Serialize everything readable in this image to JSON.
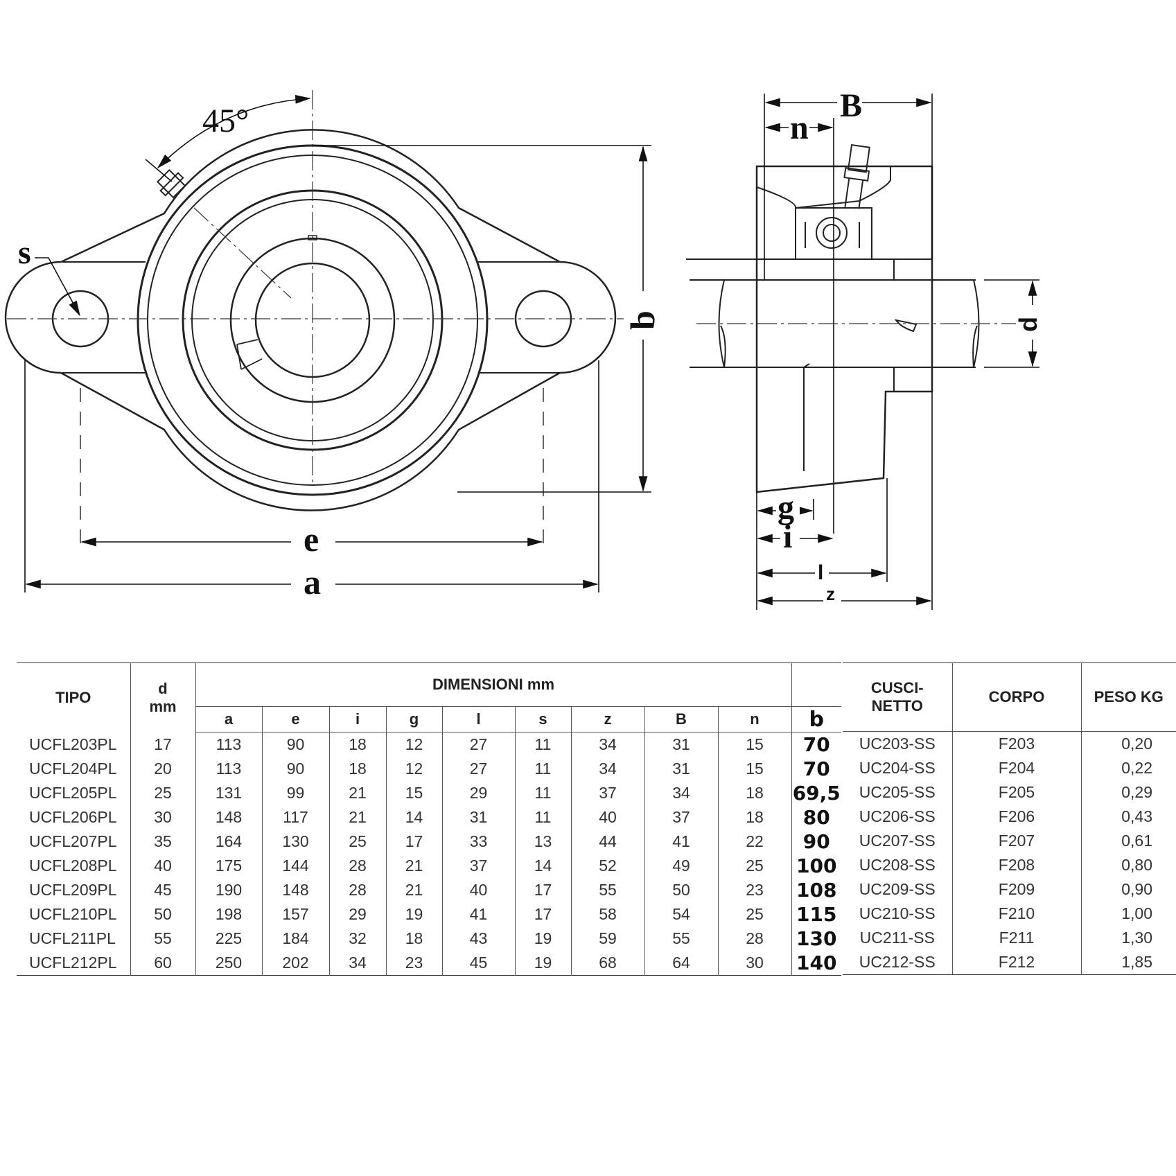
{
  "drawing": {
    "front_labels": {
      "angle": "45°",
      "s": "s",
      "b": "b",
      "e": "e",
      "a": "a"
    },
    "side_labels": {
      "B": "B",
      "n": "n",
      "d": "d",
      "g": "g",
      "i": "i",
      "l": "l",
      "z": "z"
    }
  },
  "dimensions_table": {
    "headers": {
      "tipo": "TIPO",
      "d_line1": "d",
      "d_line2": "mm",
      "group": "DIMENSIONI mm",
      "cols": [
        "a",
        "e",
        "i",
        "g",
        "l",
        "s",
        "z",
        "B",
        "n"
      ],
      "b": "b"
    },
    "rows": [
      {
        "tipo": "UCFL203PL",
        "d": "17",
        "a": "113",
        "e": "90",
        "i": "18",
        "g": "12",
        "l": "27",
        "s": "11",
        "z": "34",
        "B": "31",
        "n": "15",
        "b": "70"
      },
      {
        "tipo": "UCFL204PL",
        "d": "20",
        "a": "113",
        "e": "90",
        "i": "18",
        "g": "12",
        "l": "27",
        "s": "11",
        "z": "34",
        "B": "31",
        "n": "15",
        "b": "70"
      },
      {
        "tipo": "UCFL205PL",
        "d": "25",
        "a": "131",
        "e": "99",
        "i": "21",
        "g": "15",
        "l": "29",
        "s": "11",
        "z": "37",
        "B": "34",
        "n": "18",
        "b": "69,5"
      },
      {
        "tipo": "UCFL206PL",
        "d": "30",
        "a": "148",
        "e": "117",
        "i": "21",
        "g": "14",
        "l": "31",
        "s": "11",
        "z": "40",
        "B": "37",
        "n": "18",
        "b": "80"
      },
      {
        "tipo": "UCFL207PL",
        "d": "35",
        "a": "164",
        "e": "130",
        "i": "25",
        "g": "17",
        "l": "33",
        "s": "13",
        "z": "44",
        "B": "41",
        "n": "22",
        "b": "90"
      },
      {
        "tipo": "UCFL208PL",
        "d": "40",
        "a": "175",
        "e": "144",
        "i": "28",
        "g": "21",
        "l": "37",
        "s": "14",
        "z": "52",
        "B": "49",
        "n": "25",
        "b": "100"
      },
      {
        "tipo": "UCFL209PL",
        "d": "45",
        "a": "190",
        "e": "148",
        "i": "28",
        "g": "21",
        "l": "40",
        "s": "17",
        "z": "55",
        "B": "50",
        "n": "23",
        "b": "108"
      },
      {
        "tipo": "UCFL210PL",
        "d": "50",
        "a": "198",
        "e": "157",
        "i": "29",
        "g": "19",
        "l": "41",
        "s": "17",
        "z": "58",
        "B": "54",
        "n": "25",
        "b": "115"
      },
      {
        "tipo": "UCFL211PL",
        "d": "55",
        "a": "225",
        "e": "184",
        "i": "32",
        "g": "18",
        "l": "43",
        "s": "19",
        "z": "59",
        "B": "55",
        "n": "28",
        "b": "130"
      },
      {
        "tipo": "UCFL212PL",
        "d": "60",
        "a": "250",
        "e": "202",
        "i": "34",
        "g": "23",
        "l": "45",
        "s": "19",
        "z": "68",
        "B": "64",
        "n": "30",
        "b": "140"
      }
    ]
  },
  "parts_table": {
    "headers": {
      "cuscinetto_line1": "CUSCI-",
      "cuscinetto_line2": "NETTO",
      "corpo": "CORPO",
      "peso": "PESO KG"
    },
    "rows": [
      {
        "cuscinetto": "UC203-SS",
        "corpo": "F203",
        "peso": "0,20"
      },
      {
        "cuscinetto": "UC204-SS",
        "corpo": "F204",
        "peso": "0,22"
      },
      {
        "cuscinetto": "UC205-SS",
        "corpo": "F205",
        "peso": "0,29"
      },
      {
        "cuscinetto": "UC206-SS",
        "corpo": "F206",
        "peso": "0,43"
      },
      {
        "cuscinetto": "UC207-SS",
        "corpo": "F207",
        "peso": "0,61"
      },
      {
        "cuscinetto": "UC208-SS",
        "corpo": "F208",
        "peso": "0,80"
      },
      {
        "cuscinetto": "UC209-SS",
        "corpo": "F209",
        "peso": "0,90"
      },
      {
        "cuscinetto": "UC210-SS",
        "corpo": "F210",
        "peso": "1,00"
      },
      {
        "cuscinetto": "UC211-SS",
        "corpo": "F211",
        "peso": "1,30"
      },
      {
        "cuscinetto": "UC212-SS",
        "corpo": "F212",
        "peso": "1,85"
      }
    ]
  }
}
